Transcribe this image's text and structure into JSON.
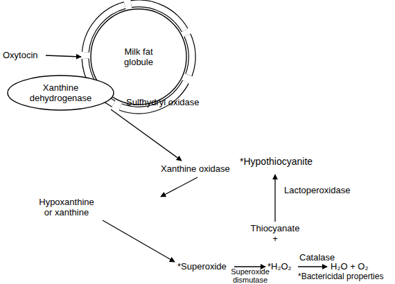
{
  "diagram": {
    "nodes": [
      {
        "text": [
          "Milk fat globule"
        ]
      },
      {
        "text": [
          "Xanthine dehydrogenase"
        ]
      }
    ],
    "labels": [
      "Oxytocin",
      "Sulfhydryl oxidase",
      "Xanthine oxidase",
      "Hypoxanthine or xanthine",
      "*Superoxide",
      "Superoxide dismutase",
      "*H₂O₂",
      "Catalase",
      "H₂O + O₂",
      "Thiocyanate +",
      "*Hypothiocyanite",
      "Lactoperoxidase",
      "*Bactericidal properties"
    ]
  }
}
